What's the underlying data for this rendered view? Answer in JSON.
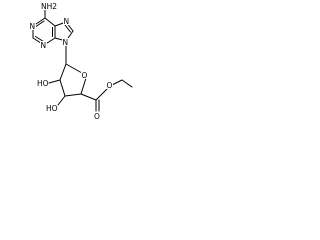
{
  "molecule": {
    "atoms": {
      "amine": "NH2",
      "n1": "N",
      "n3": "N",
      "n7": "N",
      "n9": "N",
      "ring_o": "O",
      "ho_upper": "HO",
      "ho_lower": "HO",
      "carbonyl_o": "O",
      "ester_o": "O"
    },
    "colors": {
      "bonds": "#000000",
      "labels": "#000000",
      "background": "#ffffff"
    }
  }
}
